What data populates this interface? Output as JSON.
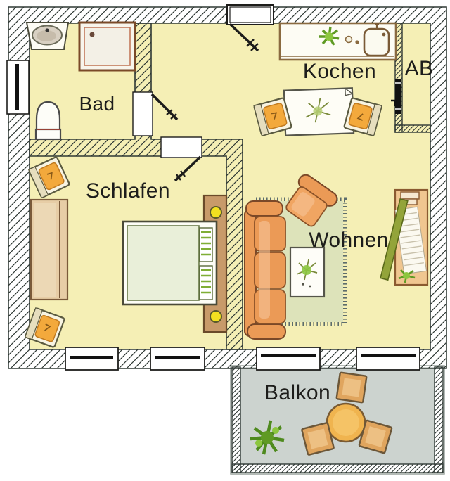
{
  "plan": {
    "title": "Apartment floor plan",
    "rooms": {
      "bad": {
        "label": "Bad",
        "furniture": [
          "washbasin",
          "shower",
          "toilet"
        ]
      },
      "kochen": {
        "label": "Kochen",
        "furniture": [
          "kitchen counter with sink",
          "plant",
          "dining table",
          "two chairs"
        ]
      },
      "ab": {
        "label": "AB",
        "furniture": []
      },
      "schlafen": {
        "label": "Schlafen",
        "furniture": [
          "wardrobe",
          "double bed",
          "headboard with two lamps",
          "two chairs"
        ]
      },
      "wohnen": {
        "label": "Wohnen",
        "furniture": [
          "sofa",
          "armchair",
          "rug",
          "coffee table with plant",
          "shelf unit"
        ]
      },
      "balkon": {
        "label": "Balkon",
        "furniture": [
          "round table",
          "three stools",
          "plant"
        ]
      }
    }
  },
  "colors": {
    "floor": "#f5efb5",
    "balcony_floor": "#ccd3cf",
    "wall_line": "#2e3834",
    "rug": "#dde3ba",
    "sofa": "#eb9a56",
    "cushion": "#f3a93c",
    "wood_light": "#e7cda6",
    "wood_dark": "#c89a6a",
    "duvet": "#e9efd9",
    "stripe_green": "#7fae35",
    "plant_green": "#5f9a24",
    "table_yellow": "#f0b44f",
    "label": "#1d1d1b"
  }
}
